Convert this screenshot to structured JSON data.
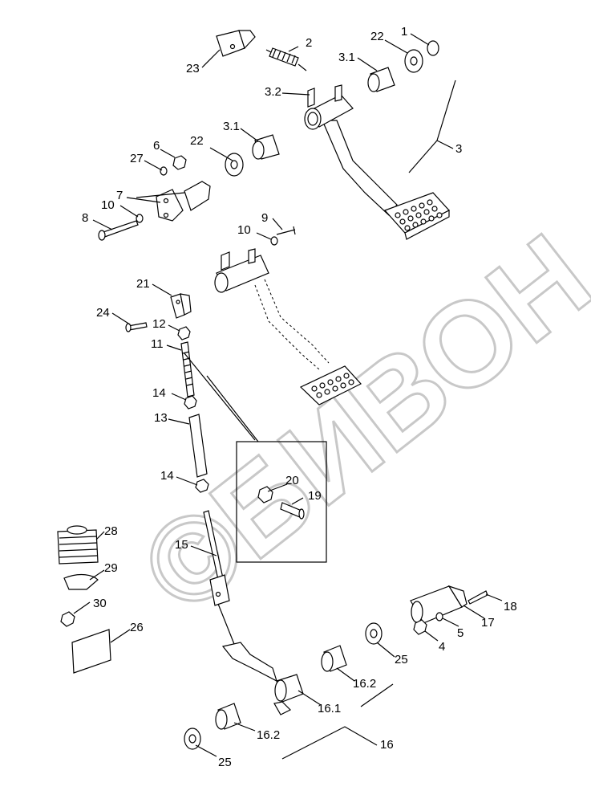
{
  "watermark": {
    "text": "©БИВОН"
  },
  "callouts": [
    {
      "id": "c1",
      "text": "1"
    },
    {
      "id": "c22a",
      "text": "22"
    },
    {
      "id": "c2",
      "text": "2"
    },
    {
      "id": "c23",
      "text": "23"
    },
    {
      "id": "c31a",
      "text": "3.1"
    },
    {
      "id": "c32",
      "text": "3.2"
    },
    {
      "id": "c31b",
      "text": "3.1"
    },
    {
      "id": "c22b",
      "text": "22"
    },
    {
      "id": "c6",
      "text": "6"
    },
    {
      "id": "c27",
      "text": "27"
    },
    {
      "id": "c3",
      "text": "3"
    },
    {
      "id": "c7",
      "text": "7"
    },
    {
      "id": "c10a",
      "text": "10"
    },
    {
      "id": "c8",
      "text": "8"
    },
    {
      "id": "c9",
      "text": "9"
    },
    {
      "id": "c10b",
      "text": "10"
    },
    {
      "id": "c21",
      "text": "21"
    },
    {
      "id": "c24",
      "text": "24"
    },
    {
      "id": "c12",
      "text": "12"
    },
    {
      "id": "c11",
      "text": "11"
    },
    {
      "id": "c14a",
      "text": "14"
    },
    {
      "id": "c13",
      "text": "13"
    },
    {
      "id": "c14b",
      "text": "14"
    },
    {
      "id": "c20",
      "text": "20"
    },
    {
      "id": "c19",
      "text": "19"
    },
    {
      "id": "c28",
      "text": "28"
    },
    {
      "id": "c15",
      "text": "15"
    },
    {
      "id": "c29",
      "text": "29"
    },
    {
      "id": "c30",
      "text": "30"
    },
    {
      "id": "c18",
      "text": "18"
    },
    {
      "id": "c17",
      "text": "17"
    },
    {
      "id": "c5",
      "text": "5"
    },
    {
      "id": "c4",
      "text": "4"
    },
    {
      "id": "c26",
      "text": "26"
    },
    {
      "id": "c25a",
      "text": "25"
    },
    {
      "id": "c162a",
      "text": "16.2"
    },
    {
      "id": "c161",
      "text": "16.1"
    },
    {
      "id": "c162b",
      "text": "16.2"
    },
    {
      "id": "c16",
      "text": "16"
    },
    {
      "id": "c25b",
      "text": "25"
    }
  ]
}
